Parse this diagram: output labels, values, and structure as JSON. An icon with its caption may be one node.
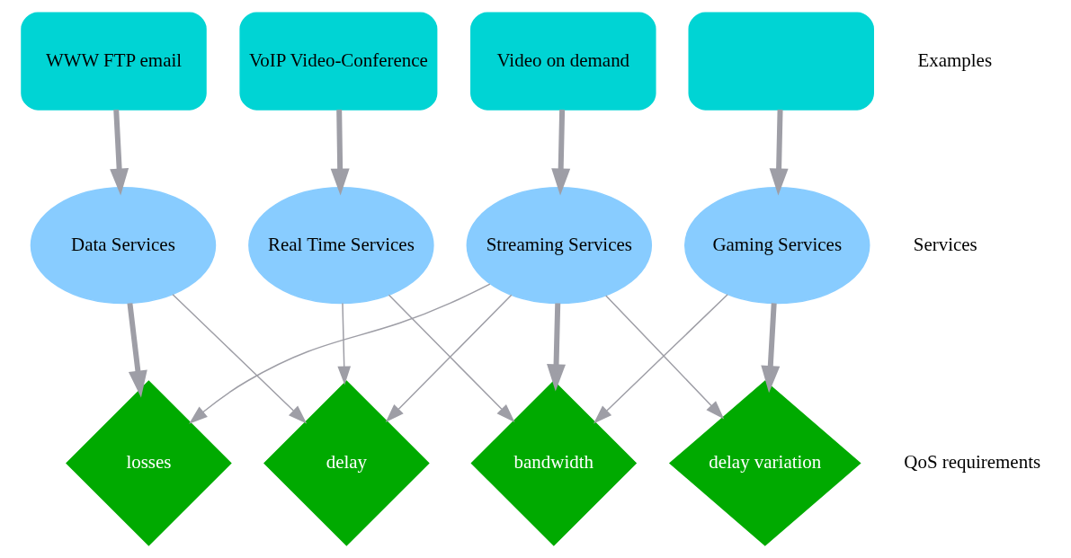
{
  "diagram": {
    "nodes": [
      {
        "text": [
          "WWW FTP email"
        ]
      },
      {
        "text": [
          "VoIP Video-Conference"
        ]
      },
      {
        "text": [
          "Video on demand"
        ]
      },
      {
        "text": [],
        "shape": "box"
      },
      {
        "text": [
          "Data Services"
        ]
      },
      {
        "text": [
          "Real Time Services"
        ]
      },
      {
        "text": [
          "Streaming Services"
        ]
      },
      {
        "text": [
          "Gaming Services"
        ]
      },
      {
        "text": [
          "losses"
        ]
      },
      {
        "text": [
          "delay"
        ]
      },
      {
        "text": [
          "bandwidth"
        ]
      },
      {
        "text": [
          "delay variation"
        ]
      }
    ],
    "edges": [
      {
        "from": 0,
        "to": 4,
        "arrow": "to",
        "style": "thick"
      },
      {
        "from": 1,
        "to": 5,
        "arrow": "to",
        "style": "thick"
      },
      {
        "from": 2,
        "to": 6,
        "arrow": "to",
        "style": "thick"
      },
      {
        "from": 3,
        "to": 7,
        "arrow": "to",
        "style": "thick"
      },
      {
        "from": 4,
        "to": 8,
        "arrow": "to",
        "style": "thick"
      },
      {
        "from": 4,
        "to": 9,
        "arrow": "to"
      },
      {
        "from": 5,
        "to": 9,
        "arrow": "to"
      },
      {
        "from": 5,
        "to": 10,
        "arrow": "to"
      },
      {
        "from": 6,
        "to": 8,
        "arrow": "to"
      },
      {
        "from": 6,
        "to": 9,
        "arrow": "to"
      },
      {
        "from": 6,
        "to": 10,
        "arrow": "to",
        "style": "thick"
      },
      {
        "from": 6,
        "to": 11,
        "arrow": "to"
      },
      {
        "from": 7,
        "to": 10,
        "arrow": "to"
      },
      {
        "from": 7,
        "to": 11,
        "arrow": "to",
        "style": "thick"
      }
    ],
    "labels": [
      "Examples",
      "Services",
      "QoS requirements"
    ]
  }
}
